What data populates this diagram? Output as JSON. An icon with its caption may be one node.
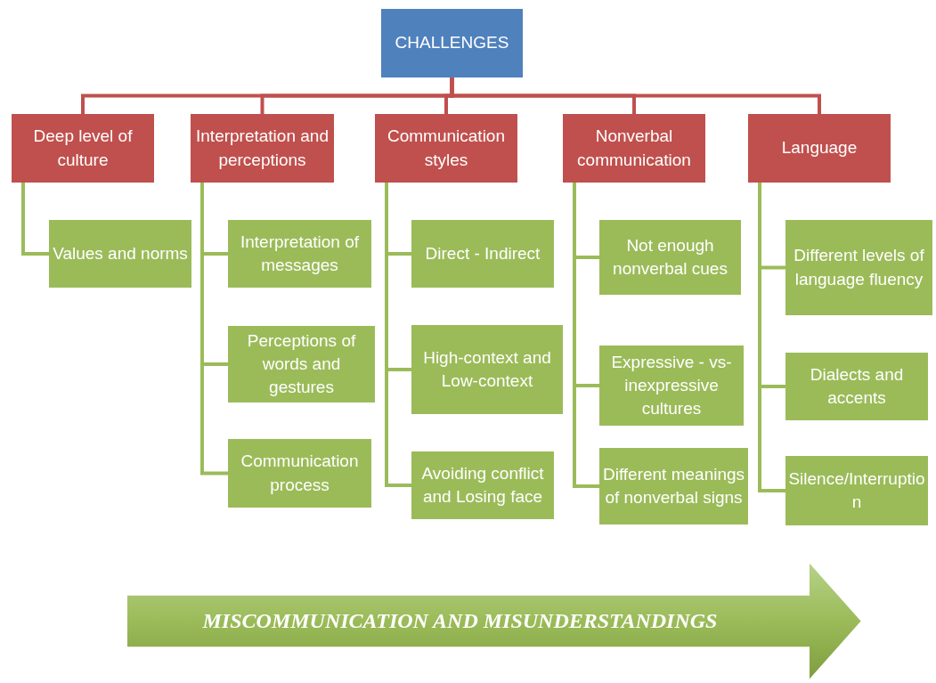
{
  "diagram": {
    "nodes": [
      {
        "text": [
          "CHALLENGES"
        ]
      },
      {
        "text": [
          "Deep level of culture"
        ]
      },
      {
        "text": [
          "Interpretation and perceptions"
        ]
      },
      {
        "text": [
          "Communication styles"
        ]
      },
      {
        "text": [
          "Nonverbal communication"
        ]
      },
      {
        "text": [
          "Language"
        ]
      },
      {
        "text": [
          "Values and norms"
        ]
      },
      {
        "text": [
          "Interpretation of messages"
        ]
      },
      {
        "text": [
          "Perceptions of words and gestures"
        ]
      },
      {
        "text": [
          "Communication process"
        ]
      },
      {
        "text": [
          "Direct - Indirect"
        ]
      },
      {
        "text": [
          "High-context and Low-context"
        ]
      },
      {
        "text": [
          "Avoiding conflict and Losing face"
        ]
      },
      {
        "text": [
          "Not enough nonverbal cues"
        ]
      },
      {
        "text": [
          "Expressive - vs- inexpressive cultures"
        ]
      },
      {
        "text": [
          "Different meanings of nonverbal signs"
        ]
      },
      {
        "text": [
          "Different levels of language fluency"
        ]
      },
      {
        "text": [
          "Dialects and accents"
        ]
      },
      {
        "text": [
          "Silence/Interruption"
        ]
      },
      {
        "text": [
          "MISCOMMUNICATION AND MISUNDERSTANDINGS"
        ]
      }
    ],
    "edges": [
      {
        "from": 0,
        "to": 1,
        "arrow": "none",
        "color": "#c0504d"
      },
      {
        "from": 0,
        "to": 2,
        "arrow": "none",
        "color": "#c0504d"
      },
      {
        "from": 0,
        "to": 3,
        "arrow": "none",
        "color": "#c0504d"
      },
      {
        "from": 0,
        "to": 4,
        "arrow": "none",
        "color": "#c0504d"
      },
      {
        "from": 0,
        "to": 5,
        "arrow": "none",
        "color": "#c0504d"
      },
      {
        "from": 1,
        "to": 6,
        "arrow": "none"
      },
      {
        "from": 2,
        "to": 7,
        "arrow": "none"
      },
      {
        "from": 2,
        "to": 8,
        "arrow": "none"
      },
      {
        "from": 2,
        "to": 9,
        "arrow": "none"
      },
      {
        "from": 3,
        "to": 10,
        "arrow": "none"
      },
      {
        "from": 3,
        "to": 11,
        "arrow": "none"
      },
      {
        "from": 3,
        "to": 12,
        "arrow": "none"
      },
      {
        "from": 4,
        "to": 13,
        "arrow": "none"
      },
      {
        "from": 4,
        "to": 14,
        "arrow": "none"
      },
      {
        "from": 4,
        "to": 15,
        "arrow": "none"
      },
      {
        "from": 5,
        "to": 16,
        "arrow": "none"
      },
      {
        "from": 5,
        "to": 17,
        "arrow": "none"
      },
      {
        "from": 5,
        "to": 18,
        "arrow": "none"
      }
    ]
  }
}
